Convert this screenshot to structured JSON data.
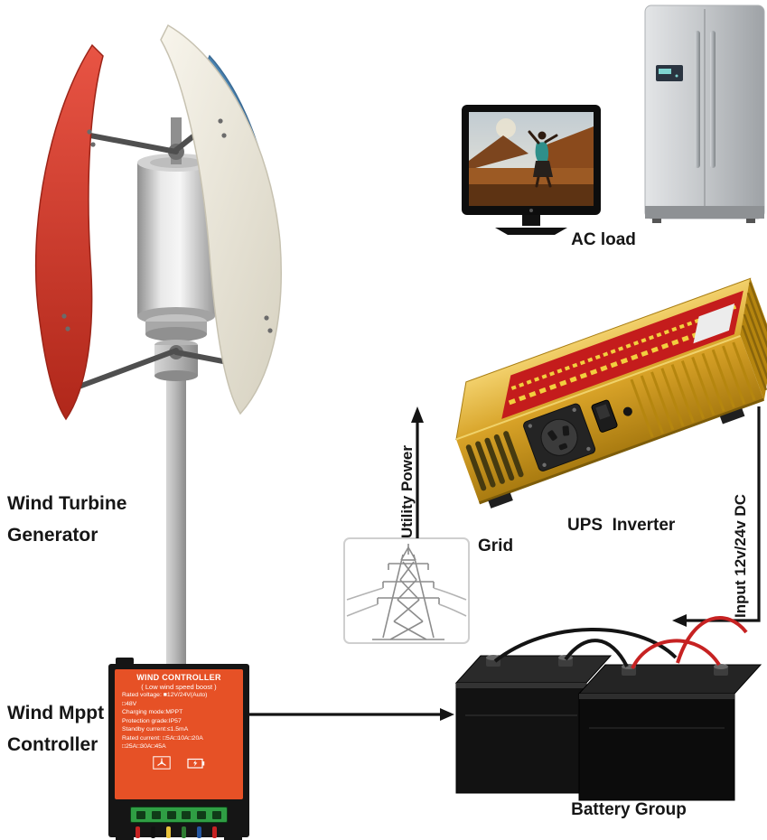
{
  "labels": {
    "wind_turbine_generator_line1": "Wind Turbine",
    "wind_turbine_generator_line2": "Generator",
    "wind_mppt_line1": "Wind Mppt",
    "wind_mppt_line2": "Controller",
    "ac_load": "AC load",
    "utility_power": "Utility Power",
    "grid": "Grid",
    "ups_inverter": "UPS  Inverter",
    "input_dc": "Input 12v/24v DC",
    "battery_group": "Battery Group"
  },
  "controller": {
    "title": "WIND CONTROLLER",
    "subtitle": "( Low wind speed boost )",
    "lines": [
      "Rated voltage: ■12V/24V(Auto)",
      "□48V",
      "Charging mode:MPPT",
      "Protection grade:IP57",
      "Standby current:≤1.5mA",
      "Rated current: □5A□10A□20A",
      "□25A□30A□45A"
    ]
  },
  "colors": {
    "blade_red": "#d63a2a",
    "blade_blue": "#4a83b0",
    "blade_white": "#f2efe4",
    "controller_orange": "#e65126",
    "inverter_gold": "#d9a226",
    "sticker_red": "#c41c1c",
    "wire_red": "#c62222",
    "wire_black": "#141414"
  }
}
